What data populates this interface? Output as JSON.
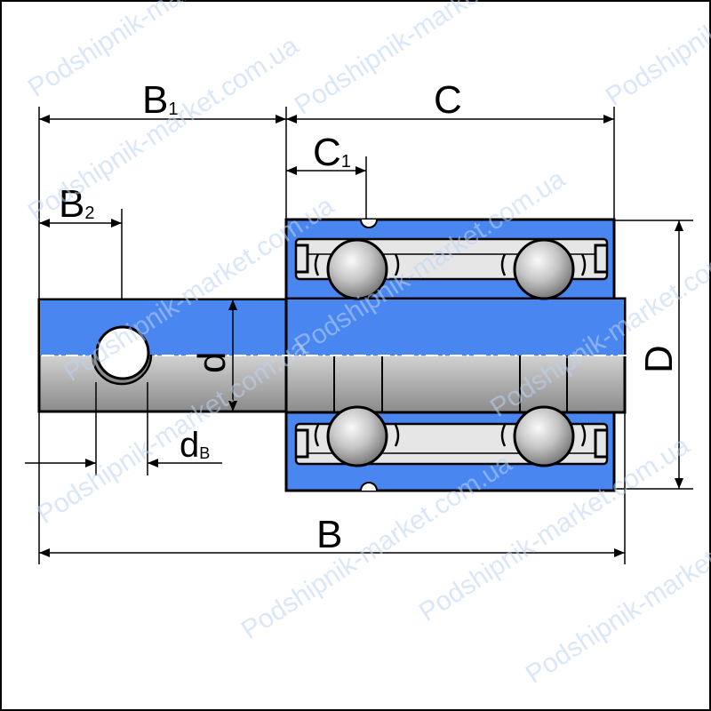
{
  "diagram": {
    "labels": {
      "B1_main": "B",
      "B1_sub": "1",
      "C": "C",
      "C1_main": "C",
      "C1_sub": "1",
      "B2_main": "B",
      "B2_sub": "2",
      "d": "d",
      "dB_main": "d",
      "dB_sub": "B",
      "D": "D",
      "B": "B"
    },
    "watermark": "Podshipnik-market.com.ua",
    "colors": {
      "housing": "#4a86f0",
      "outline": "#000000",
      "background": "#ffffff"
    }
  }
}
